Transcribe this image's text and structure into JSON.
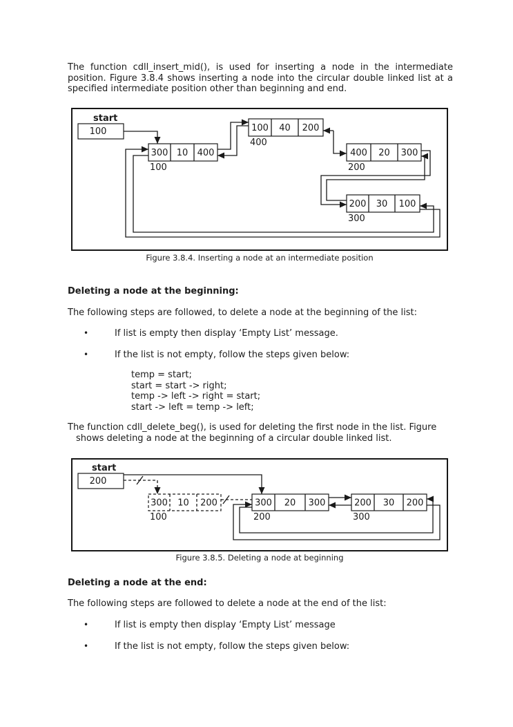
{
  "document": {
    "intro_paragraph": "The function cdll_insert_mid(), is used for inserting a node in the intermediate position. Figure 3.8.4 shows inserting a node into the circular double linked list at a specified intermediate position other than beginning and end.",
    "figures": [
      {
        "caption": "Figure 3.8.4. Inserting a node at an intermediate position",
        "start_label": "start",
        "start_value": "100",
        "nodes": [
          {
            "address": "100",
            "fields": [
              "300",
              "10",
              "400"
            ]
          },
          {
            "address": "400",
            "fields": [
              "100",
              "40",
              "200"
            ]
          },
          {
            "address": "200",
            "fields": [
              "400",
              "20",
              "300"
            ]
          },
          {
            "address": "300",
            "fields": [
              "200",
              "30",
              "100"
            ]
          }
        ]
      },
      {
        "caption": "Figure 3.8.5. Deleting a node at beginning",
        "start_label": "start",
        "start_value": "200",
        "nodes": [
          {
            "address": "100",
            "fields": [
              "300",
              "10",
              "200"
            ],
            "deleted": true
          },
          {
            "address": "200",
            "fields": [
              "300",
              "20",
              "300"
            ]
          },
          {
            "address": "300",
            "fields": [
              "200",
              "30",
              "200"
            ]
          }
        ]
      }
    ],
    "delete_begin": {
      "heading": "Deleting a node at the beginning:",
      "intro": "The following steps are followed, to delete a node at the beginning of the list:",
      "bullets": [
        "If list is empty then display ‘Empty List’ message.",
        "If the list is not empty, follow the steps given below:"
      ],
      "code": [
        "temp = start;",
        "start = start -> right;",
        "temp -> left -> right = start;",
        "start -> left = temp -> left;"
      ],
      "closing_line1": "The function cdll_delete_beg(), is used for deleting the first node in the list. Figure",
      "closing_line2": "shows deleting a node at the beginning of a circular double linked list."
    },
    "delete_end": {
      "heading": "Deleting a node at the end:",
      "intro": "The following steps are followed to delete a node at the end of the list:",
      "bullets": [
        "If list is empty then display ‘Empty List’ message",
        "If the list is not empty, follow the steps given below:"
      ]
    }
  }
}
